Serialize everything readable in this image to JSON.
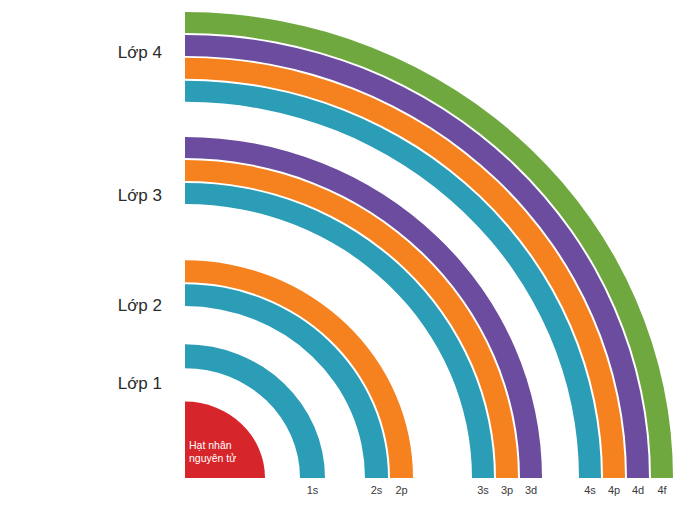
{
  "diagram": {
    "nodes": [
      {
        "text": [
          "Hạt nhân nguyên tử"
        ]
      }
    ],
    "labels": [
      "Lớp 4",
      "Lớp 3",
      "Lớp 2",
      "Lớp 1",
      "1s",
      "2s",
      "2p",
      "3s",
      "3p",
      "3d",
      "4s",
      "4p",
      "4d",
      "4f"
    ]
  }
}
